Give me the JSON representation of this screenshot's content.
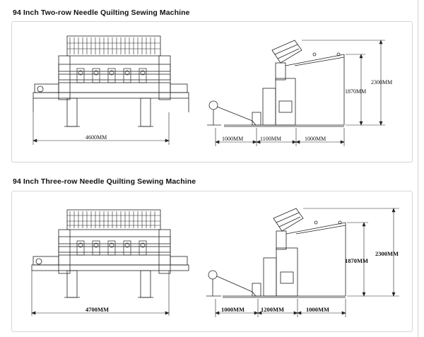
{
  "sections": [
    {
      "title": "94 Inch Two-row Needle Quilting Sewing Machine",
      "front_width": "4600MM",
      "side_dims": [
        "1000MM",
        "1100MM",
        "1000MM"
      ],
      "height_main": "1870MM",
      "height_total": "2300MM"
    },
    {
      "title": "94 Inch Three-row Needle Quilting Sewing Machine",
      "front_width": "4700MM",
      "side_dims": [
        "1000MM",
        "1200MM",
        "1000MM"
      ],
      "height_main": "1870MM",
      "height_total": "2300MM"
    }
  ]
}
